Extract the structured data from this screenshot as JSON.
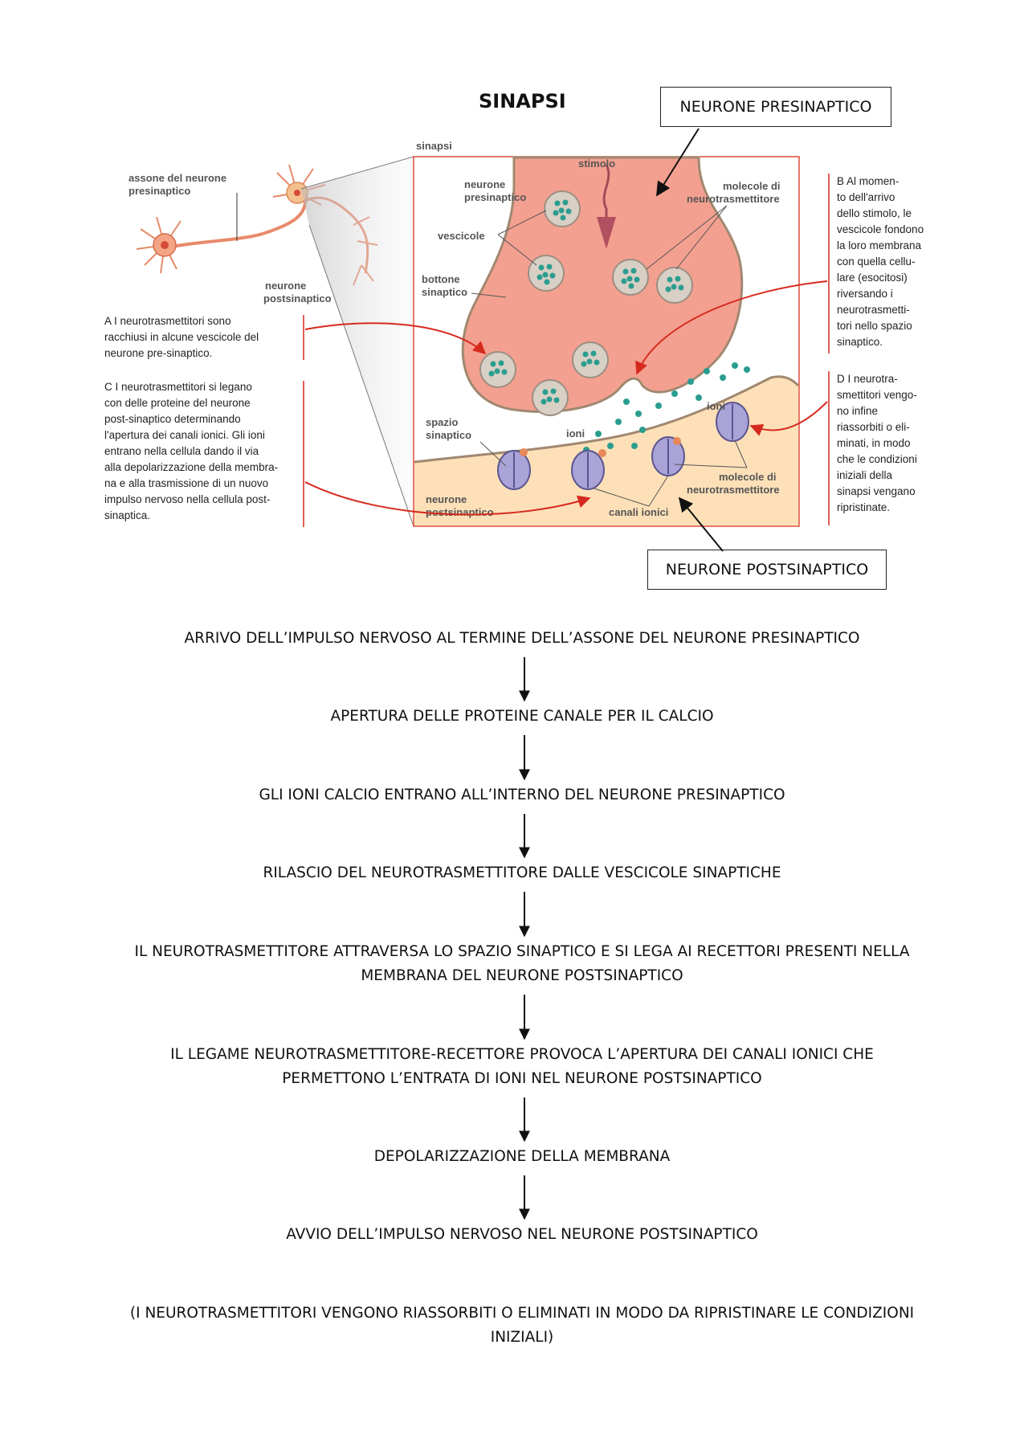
{
  "title": "SINAPSI",
  "label_boxes": {
    "presynaptic": "NEURONE PRESINAPTICO",
    "postsynaptic": "NEURONE POSTSINAPTICO"
  },
  "diagram_labels": {
    "sinapsi": "sinapsi",
    "assone_1": "assone del neurone",
    "assone_2": "presinaptico",
    "neurone_post_1": "neurone",
    "neurone_post_2": "postsinaptico",
    "stimolo": "stimolo",
    "neurone_pre_1": "neurone",
    "neurone_pre_2": "presinaptico",
    "vescicole": "vescicole",
    "bottone_1": "bottone",
    "bottone_2": "sinaptico",
    "molecole_top_1": "molecole di",
    "molecole_top_2": "neurotrasmettitore",
    "spazio_1": "spazio",
    "spazio_2": "sinaptico",
    "ioni_left": "ioni",
    "ioni_right": "ioni",
    "neurone_bottom_1": "neurone",
    "neurone_bottom_2": "postsinaptico",
    "canali": "canali ionici",
    "molecole_bottom_1": "molecole di",
    "molecole_bottom_2": "neurotrasmettitore"
  },
  "notes": {
    "a": [
      "A I neurotrasmettitori sono",
      "racchiusi in alcune vescicole del",
      "neurone pre-sinaptico."
    ],
    "c": [
      "C I neurotrasmettitori si legano",
      "con delle proteine del neurone",
      "post-sinaptico determinando",
      "l'apertura dei canali ionici. Gli ioni",
      "entrano nella cellula dando il via",
      "alla depolarizzazione della membra-",
      "na e alla trasmissione di un nuovo",
      "impulso nervoso nella cellula post-",
      "sinaptica."
    ],
    "b": [
      "B Al momen-",
      "to dell'arrivo",
      "dello stimolo, le",
      "vescicole fondono",
      "la loro membrana",
      "con quella cellu-",
      "lare (esocitosi)",
      "riversando i",
      "neurotrasmetti-",
      "tori nello spazio",
      "sinaptico."
    ],
    "d": [
      "D I neurotra-",
      "smettitori vengo-",
      "no infine",
      "riassorbiti o eli-",
      "minati, in modo",
      "che le condizioni",
      "iniziali della",
      "sinapsi vengano",
      "ripristinate."
    ]
  },
  "steps": [
    [
      "ARRIVO DELL’IMPULSO NERVOSO AL TERMINE DELL’ASSONE DEL NEURONE PRESINAPTICO"
    ],
    [
      "APERTURA DELLE PROTEINE CANALE PER IL CALCIO"
    ],
    [
      "GLI IONI CALCIO ENTRANO ALL’INTERNO DEL NEURONE PRESINAPTICO"
    ],
    [
      "RILASCIO DEL NEUROTRASMETTITORE DALLE VESCICOLE SINAPTICHE"
    ],
    [
      "IL NEUROTRASMETTITORE ATTRAVERSA LO SPAZIO SINAPTICO E SI LEGA AI RECETTORI PRESENTI NELLA",
      "MEMBRANA DEL NEURONE POSTSINAPTICO"
    ],
    [
      "IL LEGAME NEUROTRASMETTITORE-RECETTORE PROVOCA L’APERTURA DEI CANALI IONICI CHE",
      "PERMETTONO L’ENTRATA DI IONI NEL NEURONE POSTSINAPTICO"
    ],
    [
      "DEPOLARIZZAZIONE DELLA MEMBRANA"
    ],
    [
      "AVVIO DELL’IMPULSO NERVOSO NEL NEURONE POSTSINAPTICO"
    ],
    [
      "(I NEUROTRASMETTITORI VENGONO RIASSORBITI O ELIMINATI IN MODO DA RIPRISTINARE LE CONDIZIONI",
      "INIZIALI)"
    ]
  ],
  "colors": {
    "presynaptic_fill": "#f4a090",
    "postsynaptic_fill": "#fde0b8",
    "vesicle": "#2a9d8f",
    "channel": "#a9a3d8",
    "frame": "#e24a3b",
    "arrow_red": "#d62a1f"
  }
}
